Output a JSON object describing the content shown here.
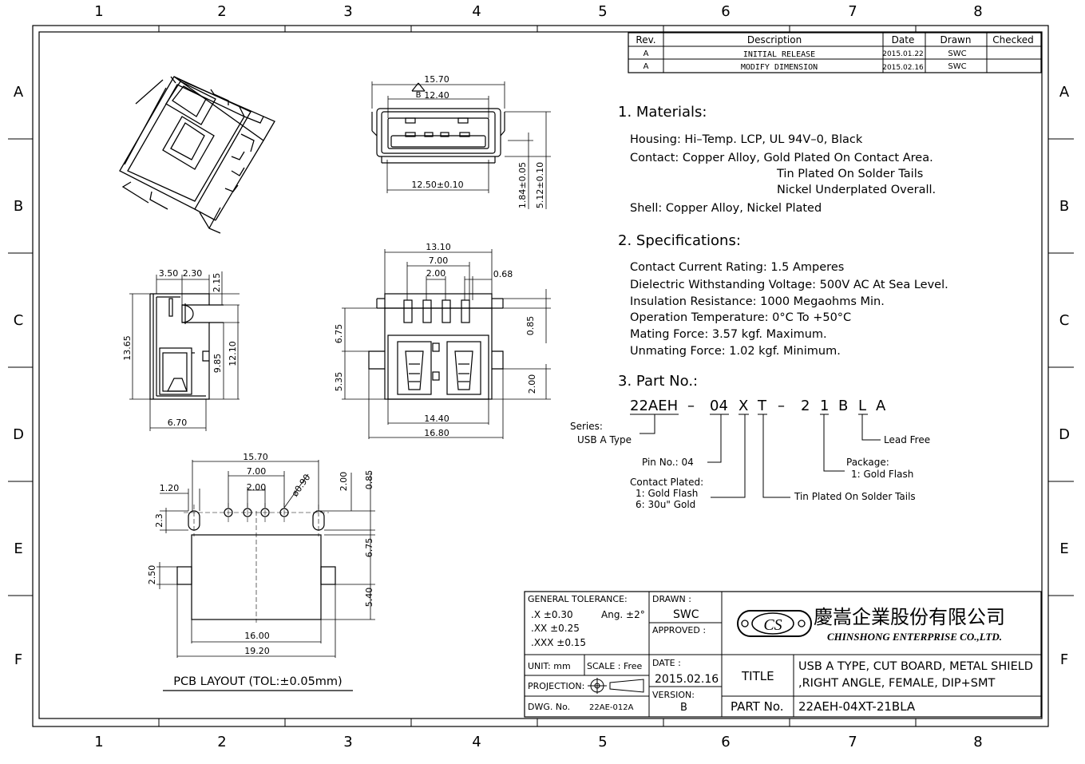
{
  "border": {
    "columns": [
      "1",
      "2",
      "3",
      "4",
      "5",
      "6",
      "7",
      "8"
    ],
    "rows": [
      "A",
      "B",
      "C",
      "D",
      "E",
      "F"
    ]
  },
  "revision_table": {
    "headers": [
      "Rev.",
      "Description",
      "Date",
      "Drawn",
      "Checked"
    ],
    "rows": [
      {
        "rev": "A",
        "desc": "INITIAL  RELEASE",
        "date": "2015.01.22",
        "drawn": "SWC",
        "checked": ""
      },
      {
        "rev": "A",
        "desc": "MODIFY  DIMENSION",
        "date": "2015.02.16",
        "drawn": "SWC",
        "checked": ""
      }
    ]
  },
  "notes": {
    "materials": {
      "heading": "1.  Materials:",
      "lines": [
        "Housing:  Hi–Temp.  LCP,  UL  94V–0,  Black",
        "Contact:  Copper  Alloy,  Gold  Plated  On  Contact  Area.",
        "Tin  Plated  On  Solder  Tails",
        "Nickel  Underplated  Overall.",
        "Shell:  Copper  Alloy,  Nickel  Plated"
      ]
    },
    "specs": {
      "heading": "2.  Specifications:",
      "lines": [
        "Contact  Current  Rating:  1.5  Amperes",
        "Dielectric  Withstanding  Voltage:  500V  AC  At  Sea  Level.",
        "Insulation  Resistance:  1000  Megaohms  Min.",
        "Operation  Temperature:  0°C  To  +50°C",
        "Mating  Force:  3.57  kgf.  Maximum.",
        "Unmating  Force:  1.02  kgf.  Minimum."
      ]
    },
    "part": {
      "heading": "3.  Part  No.:",
      "segments": [
        "22AEH",
        "–",
        "04",
        "X",
        "T",
        "–",
        "2",
        "1",
        "B",
        "L",
        "A"
      ],
      "series_label": "Series:",
      "series_value": "USB  A  Type",
      "pin_label": "Pin  No.:  04",
      "plated_label": "Contact  Plated:",
      "plated_1": "1:  Gold  Flash",
      "plated_6": "6:  30u\"  Gold",
      "tin": "Tin  Plated  On  Solder  Tails",
      "package_label": "Package:",
      "package_value": "1:  Gold  Flash",
      "lead": "Lead  Free"
    }
  },
  "front_view": {
    "d_15_70": "15.70",
    "d_12_40": "12.40",
    "mark": "B",
    "d_12_50": "12.50±0.10",
    "d_1_84": "1.84±0.05",
    "d_5_12": "5.12±0.10"
  },
  "side_view": {
    "d_3_50": "3.50",
    "d_2_30": "2.30",
    "d_2_15": "2.15",
    "d_13_65": "13.65",
    "d_9_85": "9.85",
    "d_12_10": "12.10",
    "d_6_70": "6.70"
  },
  "bottom_view": {
    "d_13_10": "13.10",
    "d_7_00": "7.00",
    "d_2_00": "2.00",
    "d_0_68": "0.68",
    "d_6_75": "6.75",
    "d_0_85": "0.85",
    "d_5_35": "5.35",
    "d_2_00b": "2.00",
    "d_14_40": "14.40",
    "d_16_80": "16.80"
  },
  "pcb_layout": {
    "d_15_70": "15.70",
    "d_7_00": "7.00",
    "d_2_00": "2.00",
    "d_1_20": "1.20",
    "d_phi": "ø0.90",
    "d_2_00v": "2.00",
    "d_0_85": "0.85",
    "d_2_3": "2.3",
    "d_6_75": "6.75",
    "d_2_50": "2.50",
    "d_5_40": "5.40",
    "d_16_00": "16.00",
    "d_19_20": "19.20",
    "caption": "PCB  LAYOUT  (TOL:±0.05mm)"
  },
  "title_block": {
    "tolerance_title": "GENERAL TOLERANCE:",
    "tol_x": ".X  ±0.30",
    "tol_ang": "Ang.  ±2°",
    "tol_xx": ".XX ±0.25",
    "tol_xxx": ".XXX ±0.15",
    "drawn_label": "DRAWN :",
    "drawn_value": "SWC",
    "approved_label": "APPROVED :",
    "logo": "CS",
    "company_cn": "慶嵩企業股份有限公司",
    "company_en": "CHINSHONG ENTERPRISE CO.,LTD.",
    "unit": "UNIT:  mm",
    "scale": "SCALE :  Free",
    "date_label": "DATE :",
    "date_value": "2015.02.16",
    "title_label": "TITLE",
    "title_1": "USB A TYPE, CUT BOARD, METAL SHIELD",
    "title_2": ",RIGHT ANGLE, FEMALE, DIP+SMT",
    "projection_label": "PROJECTION:",
    "version_label": "VERSION:",
    "version_value": "B",
    "dwg_label": "DWG. No.",
    "dwg_value": "22AE-012A",
    "partno_label": "PART No.",
    "partno_value": "22AEH-04XT-21BLA"
  }
}
